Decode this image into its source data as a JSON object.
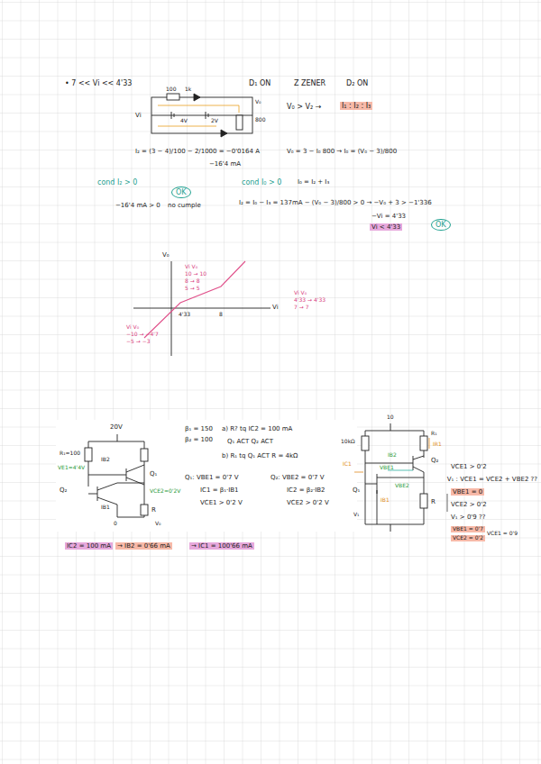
{
  "diagram": {
    "labels": [
      "• 7 << Vi << 4'33",
      "D₁ ON",
      "Z ZENER",
      "D₂ ON",
      "100",
      "1k",
      "4V",
      "2V",
      "800",
      "Vi",
      "V₀",
      "V₀ > V₂ →",
      "I₁ : I₂ : I₃",
      "I₂ = (3 − 4)/100 − 2/1000 = −0'0164 A",
      "−16'4 mA",
      "V₀ = 3 − I₀ 800 → I₀ = (V₀ − 3)/800",
      "cond I₂ > 0",
      "OK",
      "−16'4 mA > 0",
      "no cumple",
      "cond I₀ > 0",
      "I₀ = I₂ + I₃",
      "I₂ = I₀ − I₃ = 137mA − (V₀ − 3)/800 > 0 → −V₀ + 3 > −1'336",
      "−Vi = 4'33",
      "Vi < 4'33",
      "OK",
      "V₀",
      "Vi",
      "4'33",
      "8",
      "Vi  V₀",
      "10 → 10",
      "8 → 8",
      "5 → 5",
      "Vi  V₀",
      "−10 → −4'7",
      "−5 → −3",
      "Vi  V₀",
      "4'33 → 4'33",
      "7 → 7",
      "20V",
      "R₁=100",
      "VE1=4'4V",
      "Q₂",
      "Q₁",
      "IB2",
      "IB1",
      "VCE2=0'2V",
      "R",
      "0",
      "V₀",
      "β₁ = 150",
      "β₂ = 100",
      "a) R? tq IC2 = 100 mA",
      "Q₁ ACT    Q₂ ACT",
      "b) R₁ tq Q₁ ACT    R = 4kΩ",
      "Q₁: VBE1 = 0'7 V",
      "IC1 = β₁·IB1",
      "VCE1 > 0'2 V",
      "Q₂: VBE2 = 0'7 V",
      "IC2 = β₂·IB2",
      "VCE2 > 0'2 V",
      "IC2 = 100 mA",
      "→ IB2 = 0'66 mA",
      "→ IC1 = 100'66 mA",
      "10",
      "10kΩ",
      "R₁",
      "IR1",
      "Q₁",
      "Q₂",
      "IB2",
      "VBE2",
      "IC1",
      "VBE1",
      "IB1",
      "V₁",
      "R",
      "VCE1 > 0'2",
      "V₁ : VCE1 = VCE2 + VBE2 ??",
      "VBE1 = 0",
      "VCE2 > 0'2",
      "V₁ > 0'9 ??",
      "VBE1 = 0'7",
      "VCE2 = 0'2",
      "VCE1 = 0'9"
    ]
  }
}
